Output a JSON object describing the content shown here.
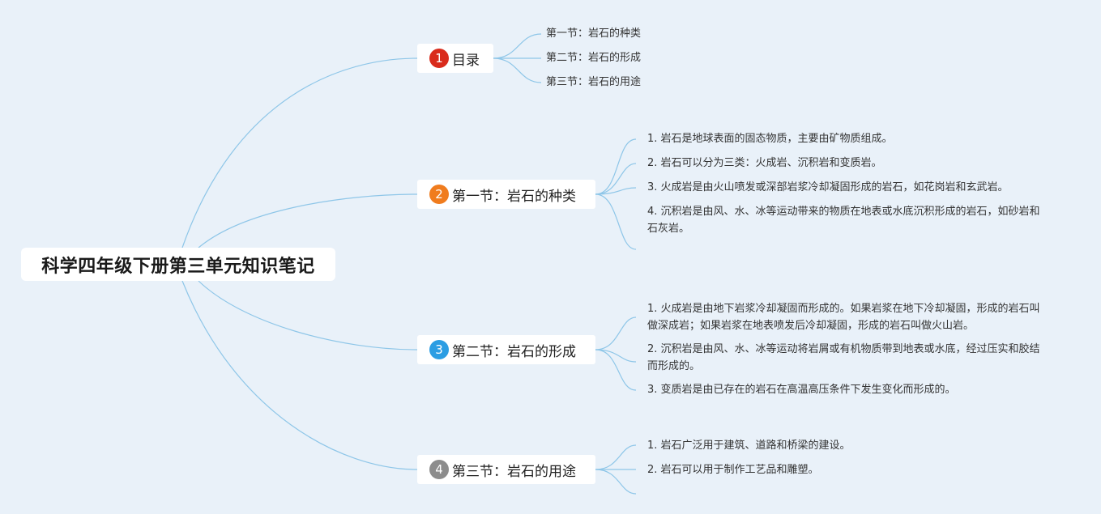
{
  "root": {
    "title": "科学四年级下册第三单元知识笔记"
  },
  "topics": [
    {
      "number": "1",
      "label": "目录",
      "badge_color": "#d92b1c",
      "items": [
        "第一节：岩石的种类",
        "第二节：岩石的形成",
        "第三节：岩石的用途"
      ]
    },
    {
      "number": "2",
      "label": "第一节：岩石的种类",
      "badge_color": "#f07c1e",
      "items": [
        "1. 岩石是地球表面的固态物质，主要由矿物质组成。",
        "2. 岩石可以分为三类：火成岩、沉积岩和变质岩。",
        "3. 火成岩是由火山喷发或深部岩浆冷却凝固形成的岩石，如花岗岩和玄武岩。",
        "4. 沉积岩是由风、水、冰等运动带来的物质在地表或水底沉积形成的岩石，如砂岩和石灰岩。"
      ]
    },
    {
      "number": "3",
      "label": "第二节：岩石的形成",
      "badge_color": "#2b9de3",
      "items": [
        "1. 火成岩是由地下岩浆冷却凝固而形成的。如果岩浆在地下冷却凝固，形成的岩石叫做深成岩；如果岩浆在地表喷发后冷却凝固，形成的岩石叫做火山岩。",
        "2. 沉积岩是由风、水、冰等运动将岩屑或有机物质带到地表或水底，经过压实和胶结而形成的。",
        "3. 变质岩是由已存在的岩石在高温高压条件下发生变化而形成的。"
      ]
    },
    {
      "number": "4",
      "label": "第三节：岩石的用途",
      "badge_color": "#8c8c8c",
      "items": [
        "1. 岩石广泛用于建筑、道路和桥梁的建设。",
        "2. 岩石可以用于制作工艺品和雕塑。"
      ]
    }
  ]
}
